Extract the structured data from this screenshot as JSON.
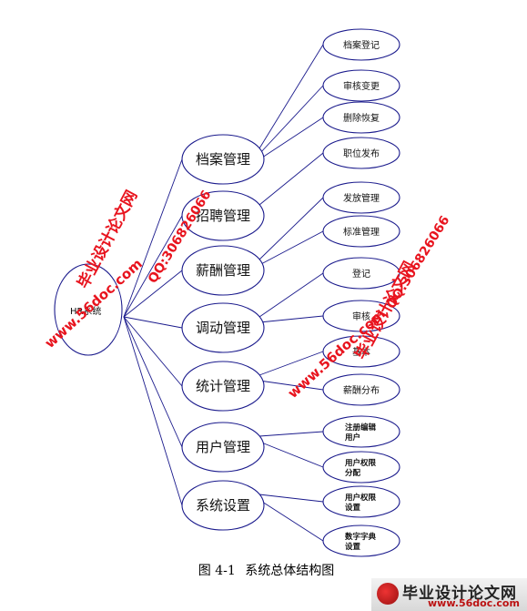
{
  "diagram": {
    "root": {
      "label": "HR系统"
    },
    "modules": [
      {
        "id": "m1",
        "label": "档案管理",
        "children": [
          "档案登记",
          "审核变更",
          "删除恢复"
        ]
      },
      {
        "id": "m2",
        "label": "招聘管理",
        "children": [
          "职位发布"
        ]
      },
      {
        "id": "m3",
        "label": "薪酬管理",
        "children": [
          "发放管理",
          "标准管理"
        ]
      },
      {
        "id": "m4",
        "label": "调动管理",
        "children": [
          "登记",
          "审核"
        ]
      },
      {
        "id": "m5",
        "label": "统计管理",
        "children": [
          "基本",
          "薪酬分布"
        ]
      },
      {
        "id": "m6",
        "label": "用户管理",
        "children": [
          "注册编辑\n用户",
          "用户权限\n分配"
        ]
      },
      {
        "id": "m7",
        "label": "系统设置",
        "children": [
          "用户权限\n设置",
          "数字字典\n设置"
        ]
      }
    ]
  },
  "caption": {
    "figure": "图 4-1",
    "text": "系统总体结构图"
  },
  "watermarks": {
    "left_site": "毕业设计论文网",
    "left_url": "www.56doc.com",
    "left_qq": "QQ:306826066",
    "right_qq": "QQ:306826066",
    "right_site": "毕业设计论文网",
    "right_url": "www.56doc.com",
    "bottom_title": "毕业设计论文网",
    "bottom_url": "www.56doc.com"
  },
  "colors": {
    "stroke": "#1a1a8c",
    "watermark": "#e8141e"
  }
}
